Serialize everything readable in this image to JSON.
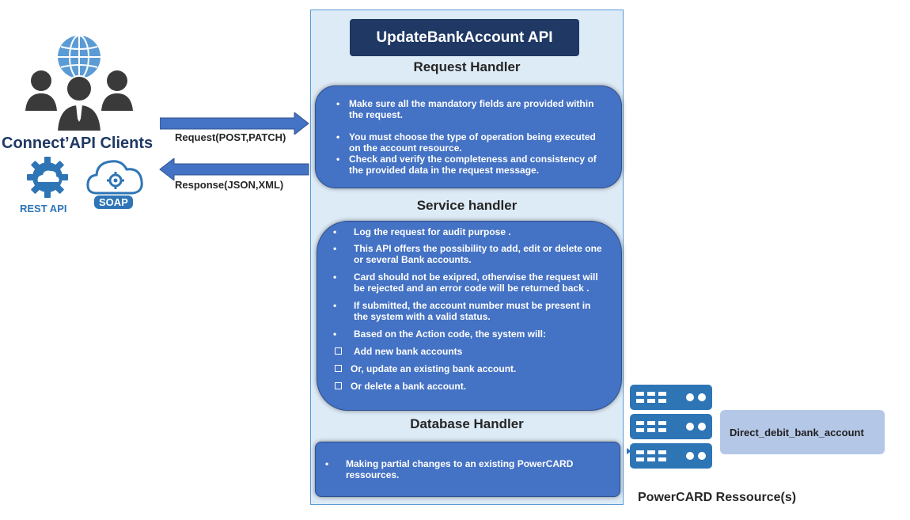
{
  "api": {
    "title": "UpdateBankAccount API"
  },
  "clients": {
    "title": "Connect’API Clients",
    "rest_label": "REST API",
    "soap_label": "SOAP"
  },
  "arrows": {
    "request_label": "Request(POST,PATCH)",
    "response_label": "Response(JSON,XML)"
  },
  "request_handler": {
    "title": "Request Handler",
    "items": [
      "Make sure all the mandatory fields are provided within the request.",
      "You must choose the type of operation being executed on the account resource.",
      "Check and verify the completeness and consistency of the provided data in the request message."
    ]
  },
  "service_handler": {
    "title": "Service handler",
    "items": [
      "Log the request for audit purpose .",
      "This API offers the possibility to add, edit or delete one or several Bank accounts.",
      "Card should not be exipred, otherwise the request will be rejected and an error code will be returned back .",
      "If submitted, the account number must be present in the system with a valid status.",
      "Based on the Action code, the system will:"
    ],
    "sub_items": [
      "Add new bank accounts",
      "Or, update an existing bank account.",
      "Or delete a bank account."
    ]
  },
  "database_handler": {
    "title": "Database Handler",
    "items": [
      "Making partial changes to an existing PowerCARD ressources."
    ]
  },
  "resources": {
    "table_name": "Direct_debit_bank_account",
    "label": "PowerCARD Ressource(s)"
  },
  "icons": {
    "clients": "users-globe-icon",
    "rest": "gear-cloud-icon",
    "soap": "cloud-gear-icon",
    "server": "server-stack-icon"
  },
  "colors": {
    "panel": "#ddebf7",
    "box": "#4472c4",
    "title_bar": "#1f3864",
    "arrow": "#4472c4",
    "server": "#2e75b6",
    "db_box": "#b4c7e7"
  }
}
